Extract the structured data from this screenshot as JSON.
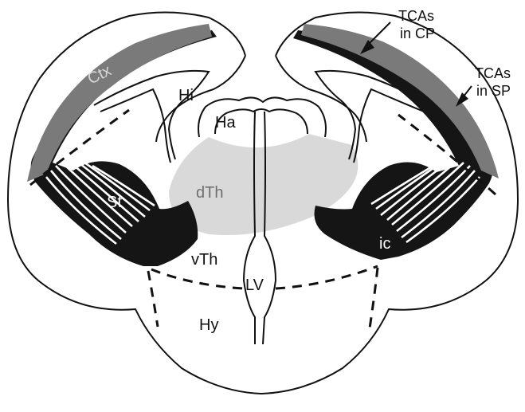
{
  "labels": {
    "ctx": "Ctx",
    "hi": "Hi",
    "ha": "Ha",
    "dth": "dTh",
    "st": "St",
    "vth": "vTh",
    "lv": "LV",
    "hy": "Hy",
    "ic": "ic"
  },
  "callouts": {
    "tcas_cp": {
      "line1": "TCAs",
      "line2": "in CP"
    },
    "tcas_sp": {
      "line1": "TCAs",
      "line2": "in SP"
    }
  },
  "colors": {
    "outline": "#111111",
    "tract": "#151515",
    "cortical_plate": "#7a7a7a",
    "thalamus_fill": "#d9d9d9",
    "ctx_label": "#d8d8d8",
    "dth_label": "#6f6f6f"
  }
}
